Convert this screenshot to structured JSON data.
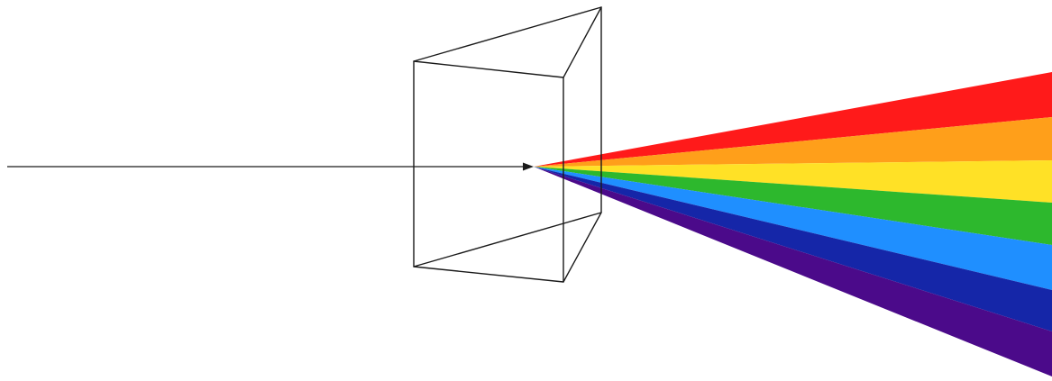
{
  "diagram": {
    "background": "#ffffff",
    "line_color": "#1a1a1a",
    "components": [
      {
        "id": "incident-ray",
        "kind": "light-ray"
      },
      {
        "id": "prism",
        "kind": "triangular-prism"
      },
      {
        "id": "spectrum",
        "kind": "dispersed-light"
      }
    ],
    "spectrum_bands": [
      {
        "name": "red",
        "color": "#ff1a1a"
      },
      {
        "name": "orange",
        "color": "#ff9f1a"
      },
      {
        "name": "yellow",
        "color": "#ffe126"
      },
      {
        "name": "green",
        "color": "#2db82d"
      },
      {
        "name": "blue",
        "color": "#1f8fff"
      },
      {
        "name": "indigo",
        "color": "#1526a8"
      },
      {
        "name": "violet",
        "color": "#4b0a8a"
      }
    ]
  }
}
